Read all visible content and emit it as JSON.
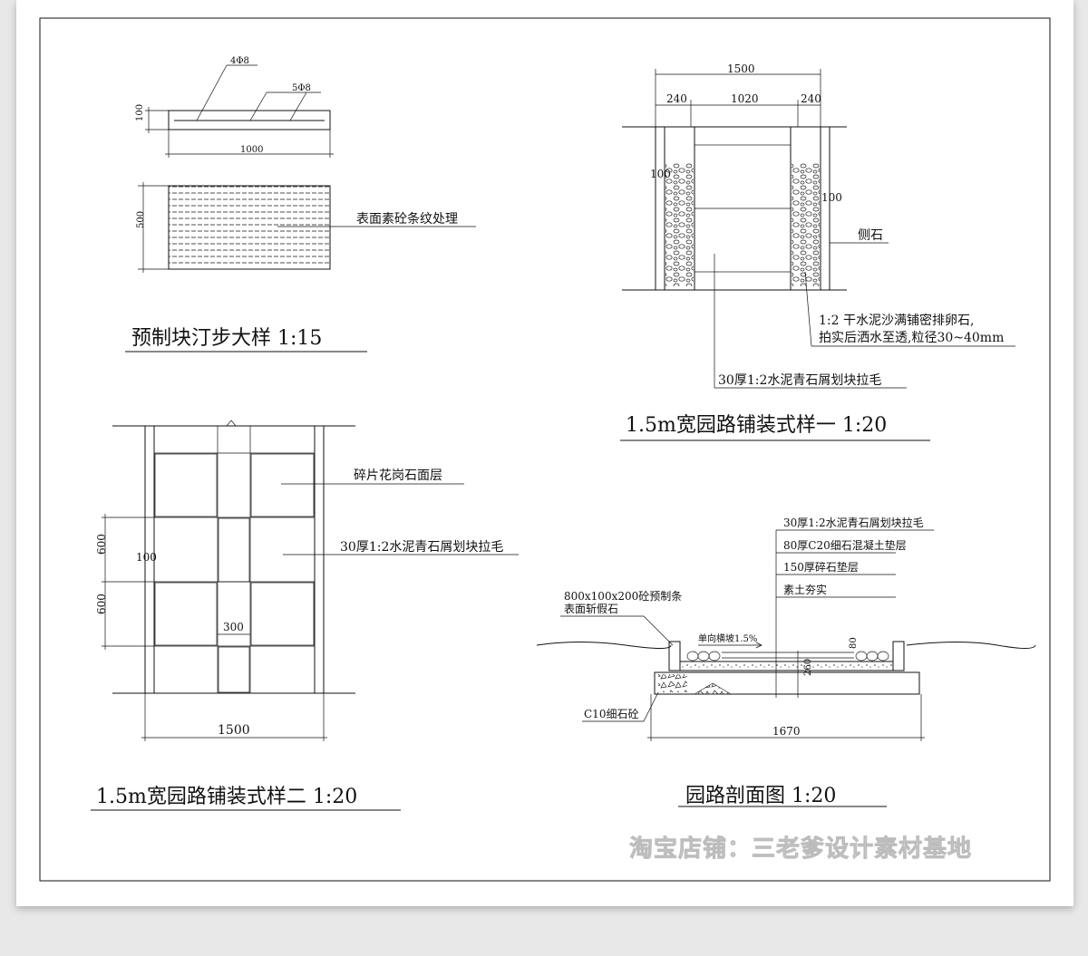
{
  "detail_stepping": {
    "title": "预制块汀步大样 1:15",
    "rebar_top": "4Φ8",
    "rebar_mid": "5Φ8",
    "dim_height_elev": "100",
    "dim_length": "1000",
    "dim_height_plan": "500",
    "note_surface": "表面素砼条纹处理"
  },
  "pattern_one": {
    "title": "1.5m宽园路铺装式样一 1:20",
    "dim_total": "1500",
    "dim_left": "240",
    "dim_center": "1020",
    "dim_right": "240",
    "dim_border_left": "100",
    "dim_border_right": "100",
    "label_kerb": "侧石",
    "note_pebble_line1": "1:2 干水泥沙满铺密排卵石,",
    "note_pebble_line2": "拍实后洒水至透,粒径30~40mm",
    "note_bluestone": "30厚1:2水泥青石屑划块拉毛"
  },
  "pattern_two": {
    "title": "1.5m宽园路铺装式样二 1:20",
    "label_granite": "碎片花岗石面层",
    "note_bluestone": "30厚1:2水泥青石屑划块拉毛",
    "dim_600_a": "600",
    "dim_600_b": "600",
    "dim_100": "100",
    "dim_300": "300",
    "dim_1500": "1500"
  },
  "section": {
    "title": "园路剖面图 1:20",
    "layer1": "30厚1:2水泥青石屑划块拉毛",
    "layer2": "80厚C20细石混凝土垫层",
    "layer3": "150厚碎石垫层",
    "layer4": "素土夯实",
    "note_precast_line1": "800x100x200砼预制条",
    "note_precast_line2": "表面斩假石",
    "slope": "单向横坡1.5%",
    "dim_80": "80",
    "dim_260": "260",
    "label_c10": "C10细石砼",
    "dim_1670": "1670"
  },
  "watermark": "淘宝店铺：三老爹设计素材基地"
}
